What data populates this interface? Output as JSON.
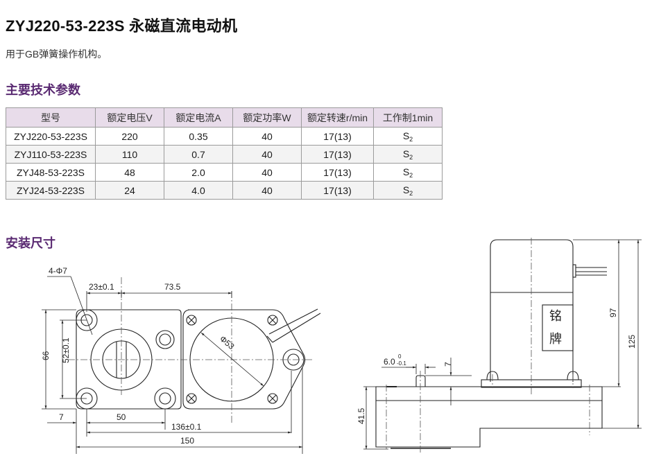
{
  "header": {
    "title": "ZYJ220-53-223S 永磁直流电动机",
    "subtitle": "用于GB弹簧操作机构。"
  },
  "sections": {
    "specs_title": "主要技术参数",
    "install_title": "安装尺寸"
  },
  "spec_table": {
    "columns": [
      "型号",
      "额定电压V",
      "额定电流A",
      "额定功率W",
      "额定转速r/min",
      "工作制1min"
    ],
    "rows": [
      {
        "model": "ZYJ220-53-223S",
        "voltage": "220",
        "current": "0.35",
        "power": "40",
        "speed": "17(13)",
        "duty": "S",
        "duty_sub": "2"
      },
      {
        "model": "ZYJ110-53-223S",
        "voltage": "110",
        "current": "0.7",
        "power": "40",
        "speed": "17(13)",
        "duty": "S",
        "duty_sub": "2"
      },
      {
        "model": "ZYJ48-53-223S",
        "voltage": "48",
        "current": "2.0",
        "power": "40",
        "speed": "17(13)",
        "duty": "S",
        "duty_sub": "2"
      },
      {
        "model": "ZYJ24-53-223S",
        "voltage": "24",
        "current": "4.0",
        "power": "40",
        "speed": "17(13)",
        "duty": "S",
        "duty_sub": "2"
      }
    ]
  },
  "drawing": {
    "top_view": {
      "hole_callout": "4-Φ7",
      "dim_23": "23±0.1",
      "dim_73_5": "73.5",
      "dim_66": "66",
      "dim_52": "52±0.1",
      "dim_7": "7",
      "dim_50": "50",
      "dim_136": "136±0.1",
      "dim_150": "150",
      "dim_d53": "Φ53"
    },
    "side_view": {
      "dim_6": "6.0",
      "dim_6_upper": "0",
      "dim_6_lower": "-0.1",
      "dim_7": "7",
      "dim_97": "97",
      "dim_125": "125",
      "dim_41_5": "41.5",
      "nameplate_1": "铭",
      "nameplate_2": "牌"
    }
  },
  "colors": {
    "section_title": "#5a2a72",
    "table_header_bg": "#e8dcea",
    "line": "#222222"
  }
}
